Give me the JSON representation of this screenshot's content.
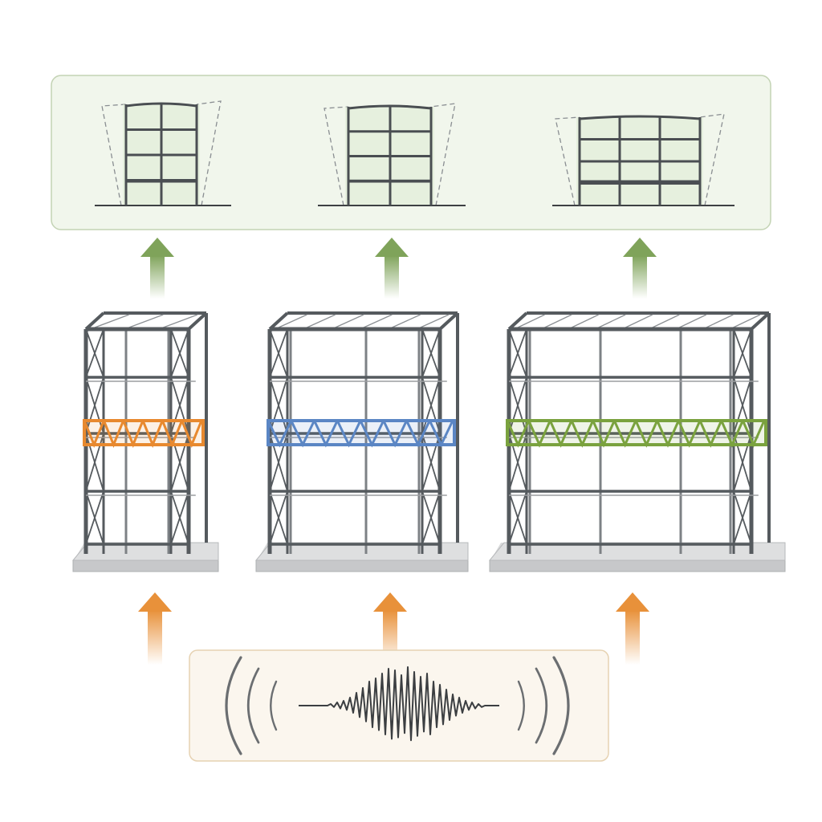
{
  "diagram": {
    "accent_colors": {
      "narrow_truss": "#e8892f",
      "medium_truss": "#5b86c4",
      "wide_truss": "#7aa23e",
      "response_panel_fill": "#f1f6ec",
      "response_panel_stroke": "#c3d3b4",
      "input_panel_fill": "#fbf6ee",
      "input_panel_stroke": "#e6d2b2",
      "up_arrow_output": "#7fa35a",
      "up_arrow_input": "#e8913a",
      "frame_steel": "#555a5e"
    },
    "frames": [
      {
        "name": "narrow-frame",
        "bays": 1,
        "truss_color": "#e8892f"
      },
      {
        "name": "medium-frame",
        "bays": 2,
        "truss_color": "#5b86c4"
      },
      {
        "name": "wide-frame",
        "bays": 3,
        "truss_color": "#7aa23e"
      }
    ],
    "deformed_shapes": [
      {
        "name": "deformed-shape-narrow",
        "bays": 2,
        "stories": 4
      },
      {
        "name": "deformed-shape-medium",
        "bays": 2,
        "stories": 4
      },
      {
        "name": "deformed-shape-wide",
        "bays": 3,
        "stories": 4
      }
    ],
    "icons": [
      "up-arrow-icon",
      "seismic-wave-icon",
      "steel-frame-icon",
      "outrigger-truss-icon"
    ]
  }
}
